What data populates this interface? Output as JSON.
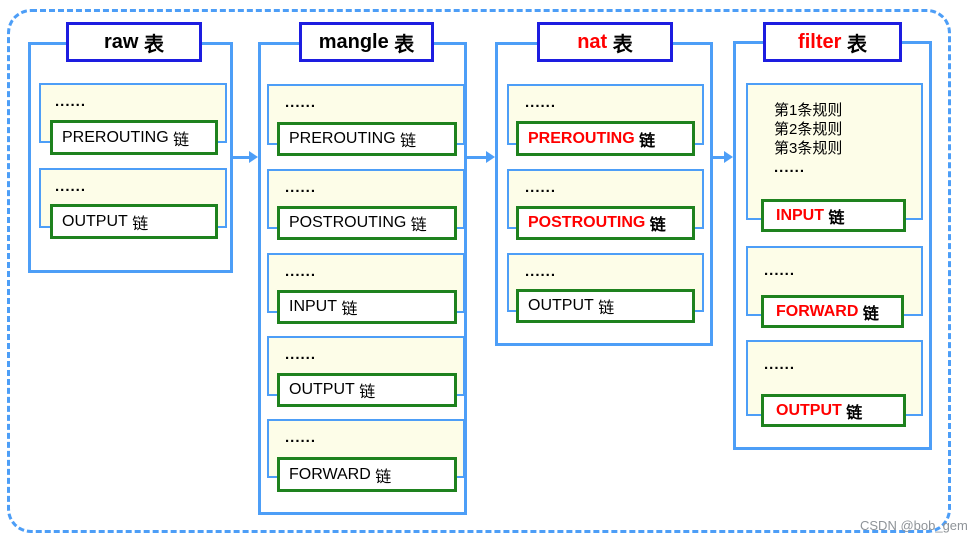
{
  "diagram": {
    "watermark": "CSDN @bob_gem",
    "colors": {
      "frame_blue": "#4d9ef7",
      "title_border_blue": "#1d1de0",
      "chain_border_green": "#1e821e",
      "highlight_red": "#ff0000",
      "panel_yellow": "#fdfde8"
    },
    "tables": [
      {
        "id": "raw",
        "title_name": "raw",
        "title_suffix": " 表",
        "chains": [
          {
            "dots": "......",
            "name": "PREROUTING",
            "suffix": " 链",
            "highlight": false
          },
          {
            "dots": "......",
            "name": "OUTPUT",
            "suffix": " 链",
            "highlight": false
          }
        ]
      },
      {
        "id": "mangle",
        "title_name": "mangle",
        "title_suffix": " 表",
        "chains": [
          {
            "dots": "......",
            "name": "PREROUTING",
            "suffix": " 链",
            "highlight": false
          },
          {
            "dots": "......",
            "name": "POSTROUTING",
            "suffix": " 链",
            "highlight": false
          },
          {
            "dots": "......",
            "name": "INPUT",
            "suffix": " 链",
            "highlight": false
          },
          {
            "dots": "......",
            "name": "OUTPUT",
            "suffix": " 链",
            "highlight": false
          },
          {
            "dots": "......",
            "name": "FORWARD",
            "suffix": " 链",
            "highlight": false
          }
        ]
      },
      {
        "id": "nat",
        "title_name": "nat",
        "title_suffix": " 表",
        "chains": [
          {
            "dots": "......",
            "name": "PREROUTING",
            "suffix": " 链",
            "highlight": true
          },
          {
            "dots": "......",
            "name": "POSTROUTING",
            "suffix": " 链",
            "highlight": true
          },
          {
            "dots": "......",
            "name": "OUTPUT",
            "suffix": " 链",
            "highlight": false
          }
        ]
      },
      {
        "id": "filter",
        "title_name": "filter",
        "title_suffix": " 表",
        "rules": [
          "第1条规则",
          "第2条规则",
          "第3条规则",
          "......"
        ],
        "chains": [
          {
            "dots": "......",
            "name": "INPUT",
            "suffix": " 链",
            "highlight": true
          },
          {
            "dots": "......",
            "name": "FORWARD",
            "suffix": " 链",
            "highlight": true
          },
          {
            "dots": "......",
            "name": "OUTPUT",
            "suffix": " 链",
            "highlight": true
          }
        ]
      }
    ]
  }
}
